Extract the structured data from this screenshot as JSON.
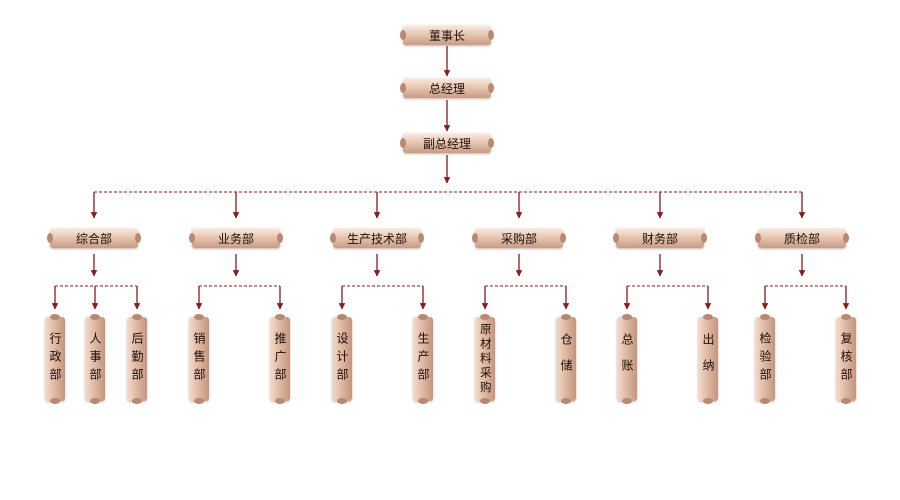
{
  "chart": {
    "top_nodes": [
      "董事长",
      "总经理",
      "副总经理"
    ],
    "departments": [
      {
        "label": "综合部",
        "subs": [
          "行政部",
          "人事部",
          "后勤部"
        ]
      },
      {
        "label": "业务部",
        "subs": [
          "销售部",
          "推广部"
        ]
      },
      {
        "label": "生产技术部",
        "subs": [
          "设计部",
          "生产部"
        ]
      },
      {
        "label": "采购部",
        "subs": [
          "原材料采购",
          "仓储"
        ]
      },
      {
        "label": "财务部",
        "subs": [
          "总账",
          "出纳"
        ]
      },
      {
        "label": "质检部",
        "subs": [
          "检验部",
          "复核部"
        ]
      }
    ]
  },
  "colors": {
    "line": "#8b1a1a",
    "box_light": "#f9ece3",
    "box_dark": "#c99b84",
    "text": "#1c0f0a"
  }
}
